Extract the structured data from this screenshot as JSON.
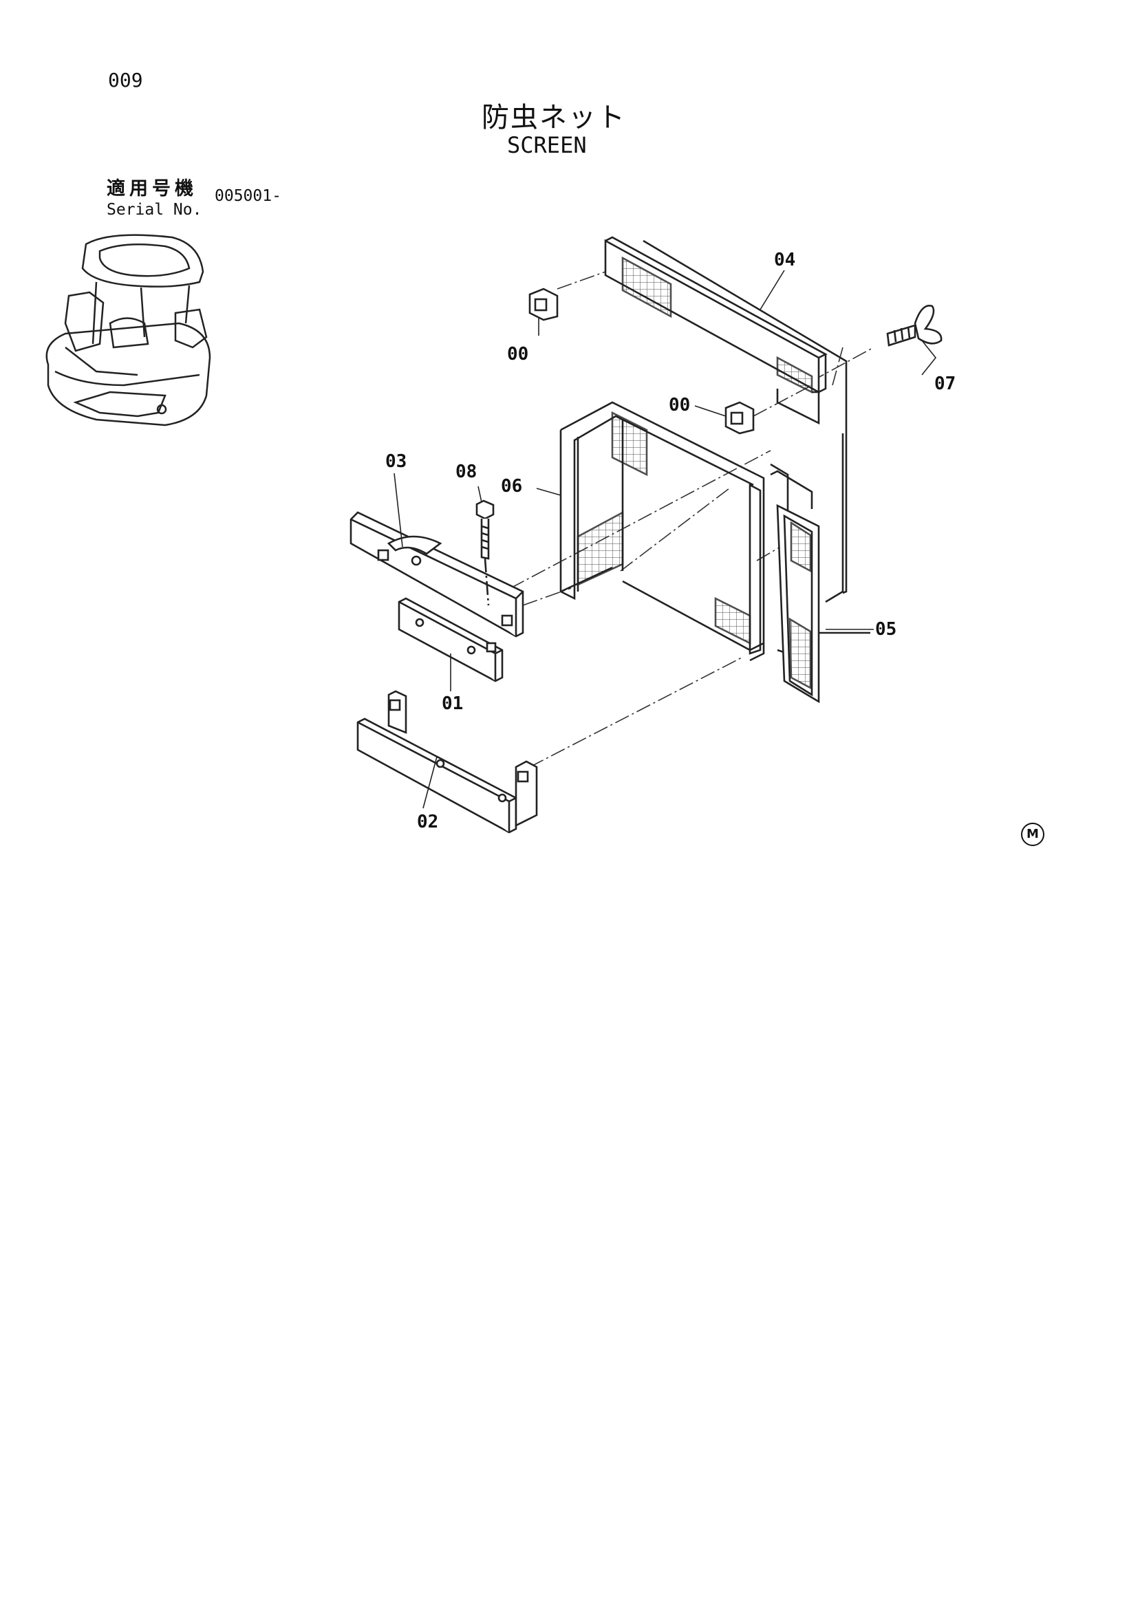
{
  "header": {
    "page_number": "009",
    "title_jp": "防虫ネット",
    "title_en": "SCREEN"
  },
  "serial": {
    "label_jp": "適用号機",
    "label_en": "Serial No.",
    "value": "005001-"
  },
  "callouts": {
    "c00a": "00",
    "c00b": "00",
    "c01": "01",
    "c02": "02",
    "c03": "03",
    "c04": "04",
    "c05": "05",
    "c06": "06",
    "c07": "07",
    "c08": "08"
  },
  "footer": {
    "mark": "M"
  }
}
